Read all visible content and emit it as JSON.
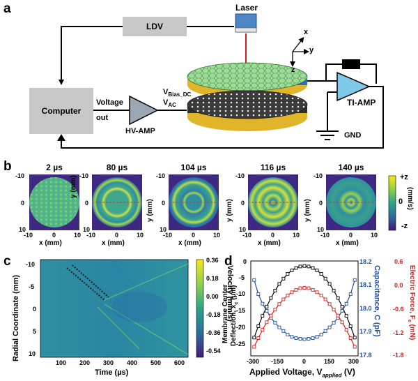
{
  "panel_a": {
    "letter": "a",
    "ldv": "LDV",
    "laser": "Laser",
    "computer": "Computer",
    "voltage_out_1": "Voltage",
    "voltage_out_2": "out",
    "vbias_main": "V",
    "vbias_sub": "Bias_DC",
    "vac_main": "V",
    "vac_sub": "AC",
    "hv_amp": "HV-AMP",
    "ti_amp": "TI-AMP",
    "gnd": "GND",
    "axis_x": "x",
    "axis_y": "y",
    "axis_z": "z"
  },
  "panel_b": {
    "letter": "b",
    "snapshots": [
      "2 µs",
      "80 µs",
      "104 µs",
      "116 µs",
      "140 µs"
    ],
    "ylabel": "y (mm)",
    "xlabel": "x (mm)",
    "yticks": [
      "-10",
      "0",
      "10"
    ],
    "xticks": [
      "-10",
      "0",
      "10"
    ],
    "colorbar_top": "+z",
    "colorbar_mid": "0",
    "colorbar_unit": "(mm/s)",
    "colorbar_bottom": "-z"
  },
  "panel_c": {
    "letter": "c",
    "ylabel": "Radial Coordinate (mm)",
    "xlabel": "Time (µs)",
    "yticks": [
      "-10",
      "-5",
      "0",
      "5",
      "10"
    ],
    "xticks": [
      "100",
      "200",
      "300",
      "400",
      "500",
      "600"
    ],
    "colorbar_label": "Velocity (mm/s)",
    "colorbar_ticks": [
      "0.36",
      "0.18",
      "0.00",
      "-0.18",
      "-0.36",
      "-0.54"
    ]
  },
  "panel_d": {
    "letter": "d",
    "ylabel_left_1": "Membrane Center",
    "ylabel_left_2": "Deflection, x",
    "ylabel_left_sub": "c",
    "ylabel_left_unit": " (µm)",
    "ylabel_mid": "Capacitance, C (pF)",
    "ylabel_right_main": "Electric Force, F",
    "ylabel_right_sub": "e",
    "ylabel_right_unit": " (mN)",
    "xlabel_main": "Applied Voltage, V",
    "xlabel_sub": "applied",
    "xlabel_unit": " (V)",
    "left_ticks": [
      "0",
      "-5",
      "-10",
      "-15",
      "-20",
      "-25"
    ],
    "mid_ticks": [
      "18.2",
      "18.1",
      "18.0",
      "17.9",
      "17.8"
    ],
    "right_ticks": [
      "0.6",
      "0.0",
      "-0.6",
      "-1.2",
      "-1.8"
    ],
    "right_ticks_extra": [
      "0.0",
      "-0.6"
    ],
    "x_ticks": [
      "-300",
      "-150",
      "0",
      "150",
      "300"
    ],
    "colors": {
      "deflection": "#000000",
      "capacitance": "#1f4fa0",
      "force": "#d42020"
    }
  },
  "chart_data": [
    {
      "type": "line",
      "series": [
        {
          "name": "Deflection",
          "axis": "left",
          "x": [
            -300,
            -275,
            -250,
            -225,
            -200,
            -175,
            -150,
            -125,
            -100,
            -75,
            -50,
            -25,
            0,
            25,
            50,
            75,
            100,
            125,
            150,
            175,
            200,
            225,
            250,
            275,
            300
          ],
          "y": [
            -21.5,
            -18.1,
            -15.0,
            -12.2,
            -9.6,
            -7.4,
            -5.4,
            -3.8,
            -2.4,
            -1.3,
            -0.6,
            -0.15,
            0,
            -0.15,
            -0.6,
            -1.3,
            -2.4,
            -3.8,
            -5.4,
            -7.4,
            -9.6,
            -12.2,
            -15.0,
            -18.1,
            -21.5
          ]
        },
        {
          "name": "Capacitance",
          "axis": "mid",
          "x": [
            -300,
            -275,
            -250,
            -225,
            -200,
            -175,
            -150,
            -125,
            -100,
            -75,
            -50,
            -25,
            0,
            25,
            50,
            75,
            100,
            125,
            150,
            175,
            200,
            225,
            250,
            275,
            300
          ],
          "y": [
            18.12,
            18.06,
            18.02,
            17.99,
            17.96,
            17.94,
            17.92,
            17.905,
            17.89,
            17.88,
            17.875,
            17.872,
            17.87,
            17.872,
            17.875,
            17.88,
            17.89,
            17.905,
            17.92,
            17.94,
            17.96,
            17.99,
            18.02,
            18.06,
            18.12
          ]
        },
        {
          "name": "Electric Force",
          "axis": "right",
          "x": [
            -300,
            -275,
            -250,
            -225,
            -200,
            -175,
            -150,
            -125,
            -100,
            -75,
            -50,
            -25,
            0,
            25,
            50,
            75,
            100,
            125,
            150,
            175,
            200,
            225,
            250,
            275,
            300
          ],
          "y": [
            -1.57,
            -1.35,
            -1.14,
            -0.95,
            -0.78,
            -0.63,
            -0.49,
            -0.37,
            -0.27,
            -0.19,
            -0.13,
            -0.09,
            -0.08,
            -0.09,
            -0.13,
            -0.19,
            -0.27,
            -0.37,
            -0.49,
            -0.63,
            -0.78,
            -0.95,
            -1.14,
            -1.35,
            -1.57
          ]
        }
      ],
      "xlim": [
        -320,
        320
      ],
      "ylim_left": [
        -27,
        1.5
      ],
      "ylim_mid": [
        17.8,
        18.2
      ],
      "ylim_right": [
        -1.8,
        0.6
      ]
    }
  ]
}
